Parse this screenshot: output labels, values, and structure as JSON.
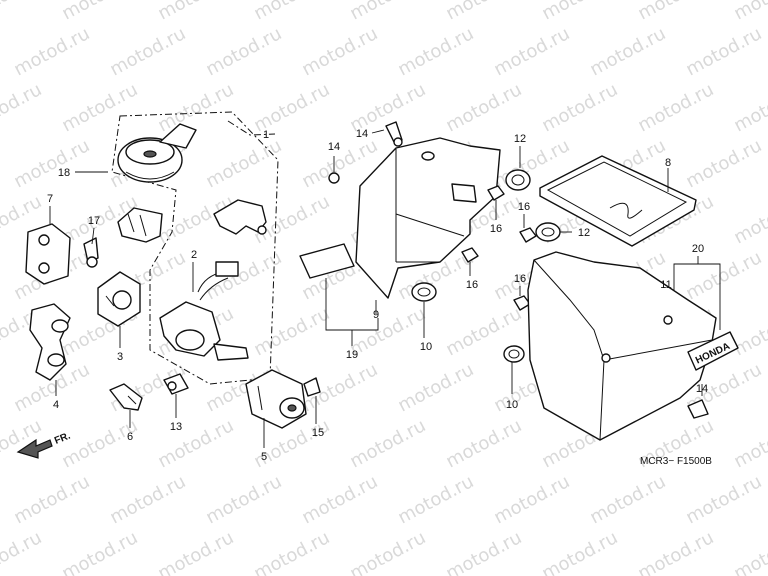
{
  "watermark": {
    "text": "motod.ru"
  },
  "diagram": {
    "code": "MCR3− F1500B",
    "front_marker": "FR.",
    "logo_text": "HONDA",
    "callouts": {
      "c1": "1",
      "c2": "2",
      "c3": "3",
      "c4": "4",
      "c5": "5",
      "c6": "6",
      "c7": "7",
      "c8": "8",
      "c9": "9",
      "c10a": "10",
      "c10b": "10",
      "c11": "11",
      "c12a": "12",
      "c12b": "12",
      "c13": "13",
      "c14a": "14",
      "c14b": "14",
      "c14c": "14",
      "c15": "15",
      "c16a": "16",
      "c16b": "16",
      "c16c": "16",
      "c16d": "16",
      "c17": "17",
      "c18": "18",
      "c19": "19",
      "c20": "20"
    }
  }
}
